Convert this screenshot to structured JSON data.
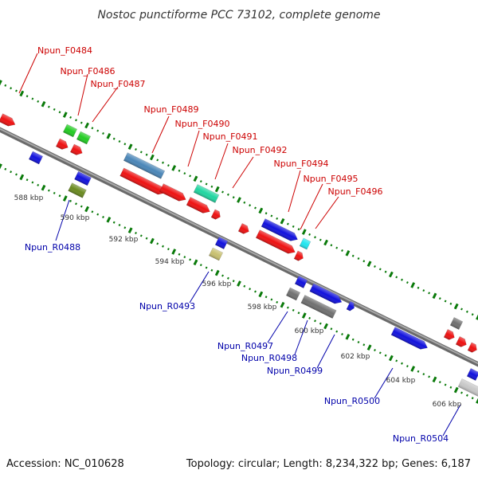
{
  "title": "Nostoc punctiforme PCC 73102, complete genome",
  "footer": {
    "accession": "Accession: NC_010628",
    "topology": "Topology: circular; Length: 8,234,322 bp; Genes: 6,187"
  },
  "colors": {
    "forward_label": "#cc0000",
    "reverse_label": "#0000aa",
    "backbone": "#808080",
    "tick": "#0a7a0a",
    "gene_red": "#ee1111",
    "gene_blue": "#1111dd",
    "gene_green": "#22cc22",
    "gene_steel": "#4a86b8",
    "gene_teal": "#20d6a0",
    "gene_cyan": "#20e6f0",
    "gene_olive": "#6a8a20",
    "gene_khaki": "#c8c070",
    "gene_gray": "#707070",
    "gene_silver": "#c8c8c8"
  },
  "forward_genes": [
    {
      "id": "Npun_F0484"
    },
    {
      "id": "Npun_F0486"
    },
    {
      "id": "Npun_F0487"
    },
    {
      "id": "Npun_F0489"
    },
    {
      "id": "Npun_F0490"
    },
    {
      "id": "Npun_F0491"
    },
    {
      "id": "Npun_F0492"
    },
    {
      "id": "Npun_F0494"
    },
    {
      "id": "Npun_F0495"
    },
    {
      "id": "Npun_F0496"
    }
  ],
  "reverse_genes": [
    {
      "id": "Npun_R0488"
    },
    {
      "id": "Npun_R0493"
    },
    {
      "id": "Npun_R0497"
    },
    {
      "id": "Npun_R0498"
    },
    {
      "id": "Npun_R0499"
    },
    {
      "id": "Npun_R0500"
    },
    {
      "id": "Npun_R0504"
    }
  ],
  "ruler": [
    "588 kbp",
    "590 kbp",
    "592 kbp",
    "594 kbp",
    "596 kbp",
    "598 kbp",
    "600 kbp",
    "602 kbp",
    "604 kbp",
    "606 kbp"
  ]
}
